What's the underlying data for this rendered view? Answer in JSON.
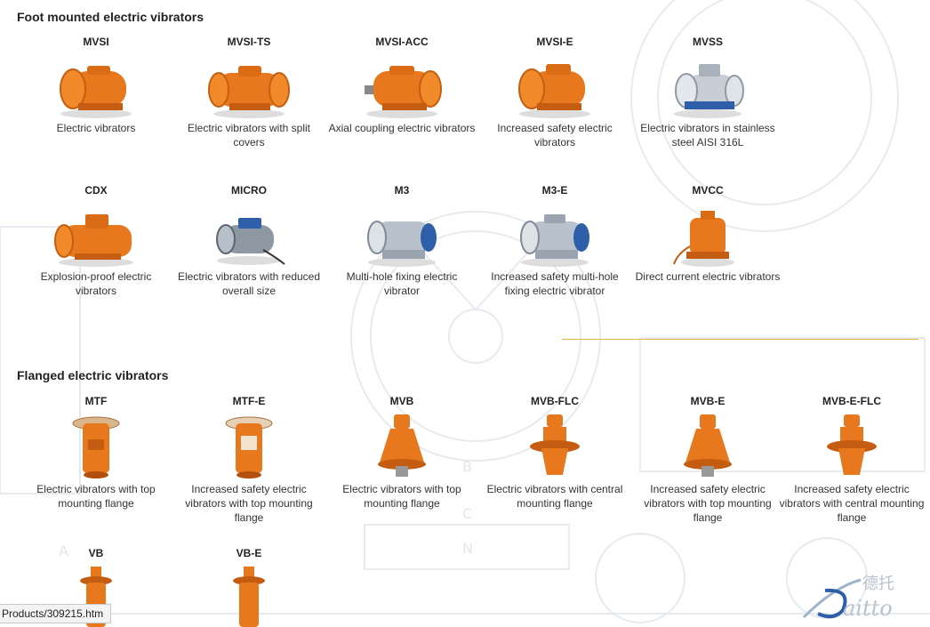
{
  "sections": {
    "foot_title": "Foot mounted electric vibrators",
    "flanged_title": "Flanged electric vibrators"
  },
  "foot_products": [
    {
      "code": "MVSI",
      "desc": "Electric vibrators"
    },
    {
      "code": "MVSI-TS",
      "desc": "Electric vibrators with split covers"
    },
    {
      "code": "MVSI-ACC",
      "desc": "Axial coupling electric vibrators"
    },
    {
      "code": "MVSI-E",
      "desc": "Increased safety electric vibrators"
    },
    {
      "code": "MVSS",
      "desc": "Electric vibrators in stainless steel AISI 316L"
    },
    {
      "code": "CDX",
      "desc": "Explosion-proof electric vibrators"
    },
    {
      "code": "MICRO",
      "desc": "Electric vibrators with reduced overall size"
    },
    {
      "code": "M3",
      "desc": "Multi-hole fixing electric vibrator"
    },
    {
      "code": "M3-E",
      "desc": "Increased safety multi-hole fixing electric vibrator"
    },
    {
      "code": "MVCC",
      "desc": "Direct current electric vibrators"
    }
  ],
  "flanged_products": [
    {
      "code": "MTF",
      "desc": "Electric vibrators with top mounting flange"
    },
    {
      "code": "MTF-E",
      "desc": "Increased safety electric vibrators with top mounting flange"
    },
    {
      "code": "MVB",
      "desc": "Electric vibrators with top mounting flange"
    },
    {
      "code": "MVB-FLC",
      "desc": "Electric vibrators with central mounting flange"
    },
    {
      "code": "MVB-E",
      "desc": "Increased safety electric vibrators with top mounting flange"
    },
    {
      "code": "MVB-E-FLC",
      "desc": "Increased safety electric vibrators with central mounting flange"
    },
    {
      "code": "VB",
      "desc": ""
    },
    {
      "code": "VB-E",
      "desc": ""
    }
  ],
  "status_bar": {
    "url": "Products/309215.htm"
  },
  "watermark": {
    "chinese": "德托",
    "latin": "aitto"
  },
  "background_letters": [
    "A",
    "B",
    "C",
    "N"
  ],
  "colors": {
    "orange": "#e8781e",
    "steel": "#b9c2cc",
    "blue": "#2f5fa8",
    "divider": "#e2b63a"
  }
}
